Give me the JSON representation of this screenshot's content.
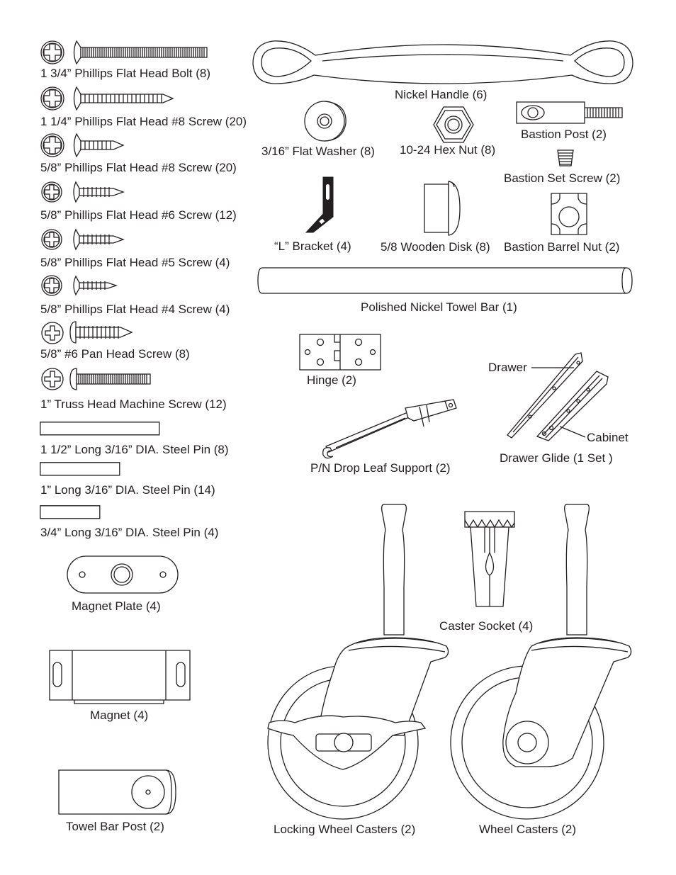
{
  "hardware": {
    "bolt_134": "1 3/4” Phillips Flat Head Bolt (8)",
    "screw_114_8": "1 1/4” Phillips Flat Head #8 Screw (20)",
    "screw_58_8": "5/8” Phillips Flat Head #8 Screw (20)",
    "screw_58_6": "5/8” Phillips Flat Head #6 Screw (12)",
    "screw_58_5": "5/8” Phillips Flat Head #5 Screw (4)",
    "screw_58_4": "5/8” Phillips Flat Head #4 Screw (4)",
    "pan_head": "5/8” #6 Pan Head Screw (8)",
    "truss_head": "1” Truss Head Machine Screw (12)",
    "pin_112": "1 1/2” Long 3/16” DIA. Steel Pin (8)",
    "pin_1": "1” Long 3/16” DIA. Steel Pin (14)",
    "pin_34": "3/4” Long 3/16” DIA. Steel Pin (4)"
  },
  "parts": {
    "nickel_handle": "Nickel Handle (6)",
    "flat_washer": "3/16” Flat Washer (8)",
    "hex_nut": "10-24 Hex Nut (8)",
    "bastion_post": "Bastion Post (2)",
    "bastion_set_screw": "Bastion Set Screw (2)",
    "l_bracket": "“L” Bracket (4)",
    "wooden_disk": "5/8 Wooden Disk (8)",
    "bastion_barrel_nut": "Bastion Barrel Nut (2)",
    "towel_bar": "Polished Nickel Towel Bar (1)",
    "hinge": "Hinge (2)",
    "drop_leaf": "P/N Drop Leaf Support (2)",
    "drawer_callout": "Drawer",
    "cabinet_callout": "Cabinet",
    "drawer_glide": "Drawer Glide (1 Set )",
    "magnet_plate": "Magnet Plate (4)",
    "caster_socket": "Caster Socket (4)",
    "magnet": "Magnet (4)",
    "towel_bar_post": "Towel Bar Post (2)",
    "locking_casters": "Locking Wheel Casters (2)",
    "wheel_casters": "Wheel Casters (2)"
  }
}
